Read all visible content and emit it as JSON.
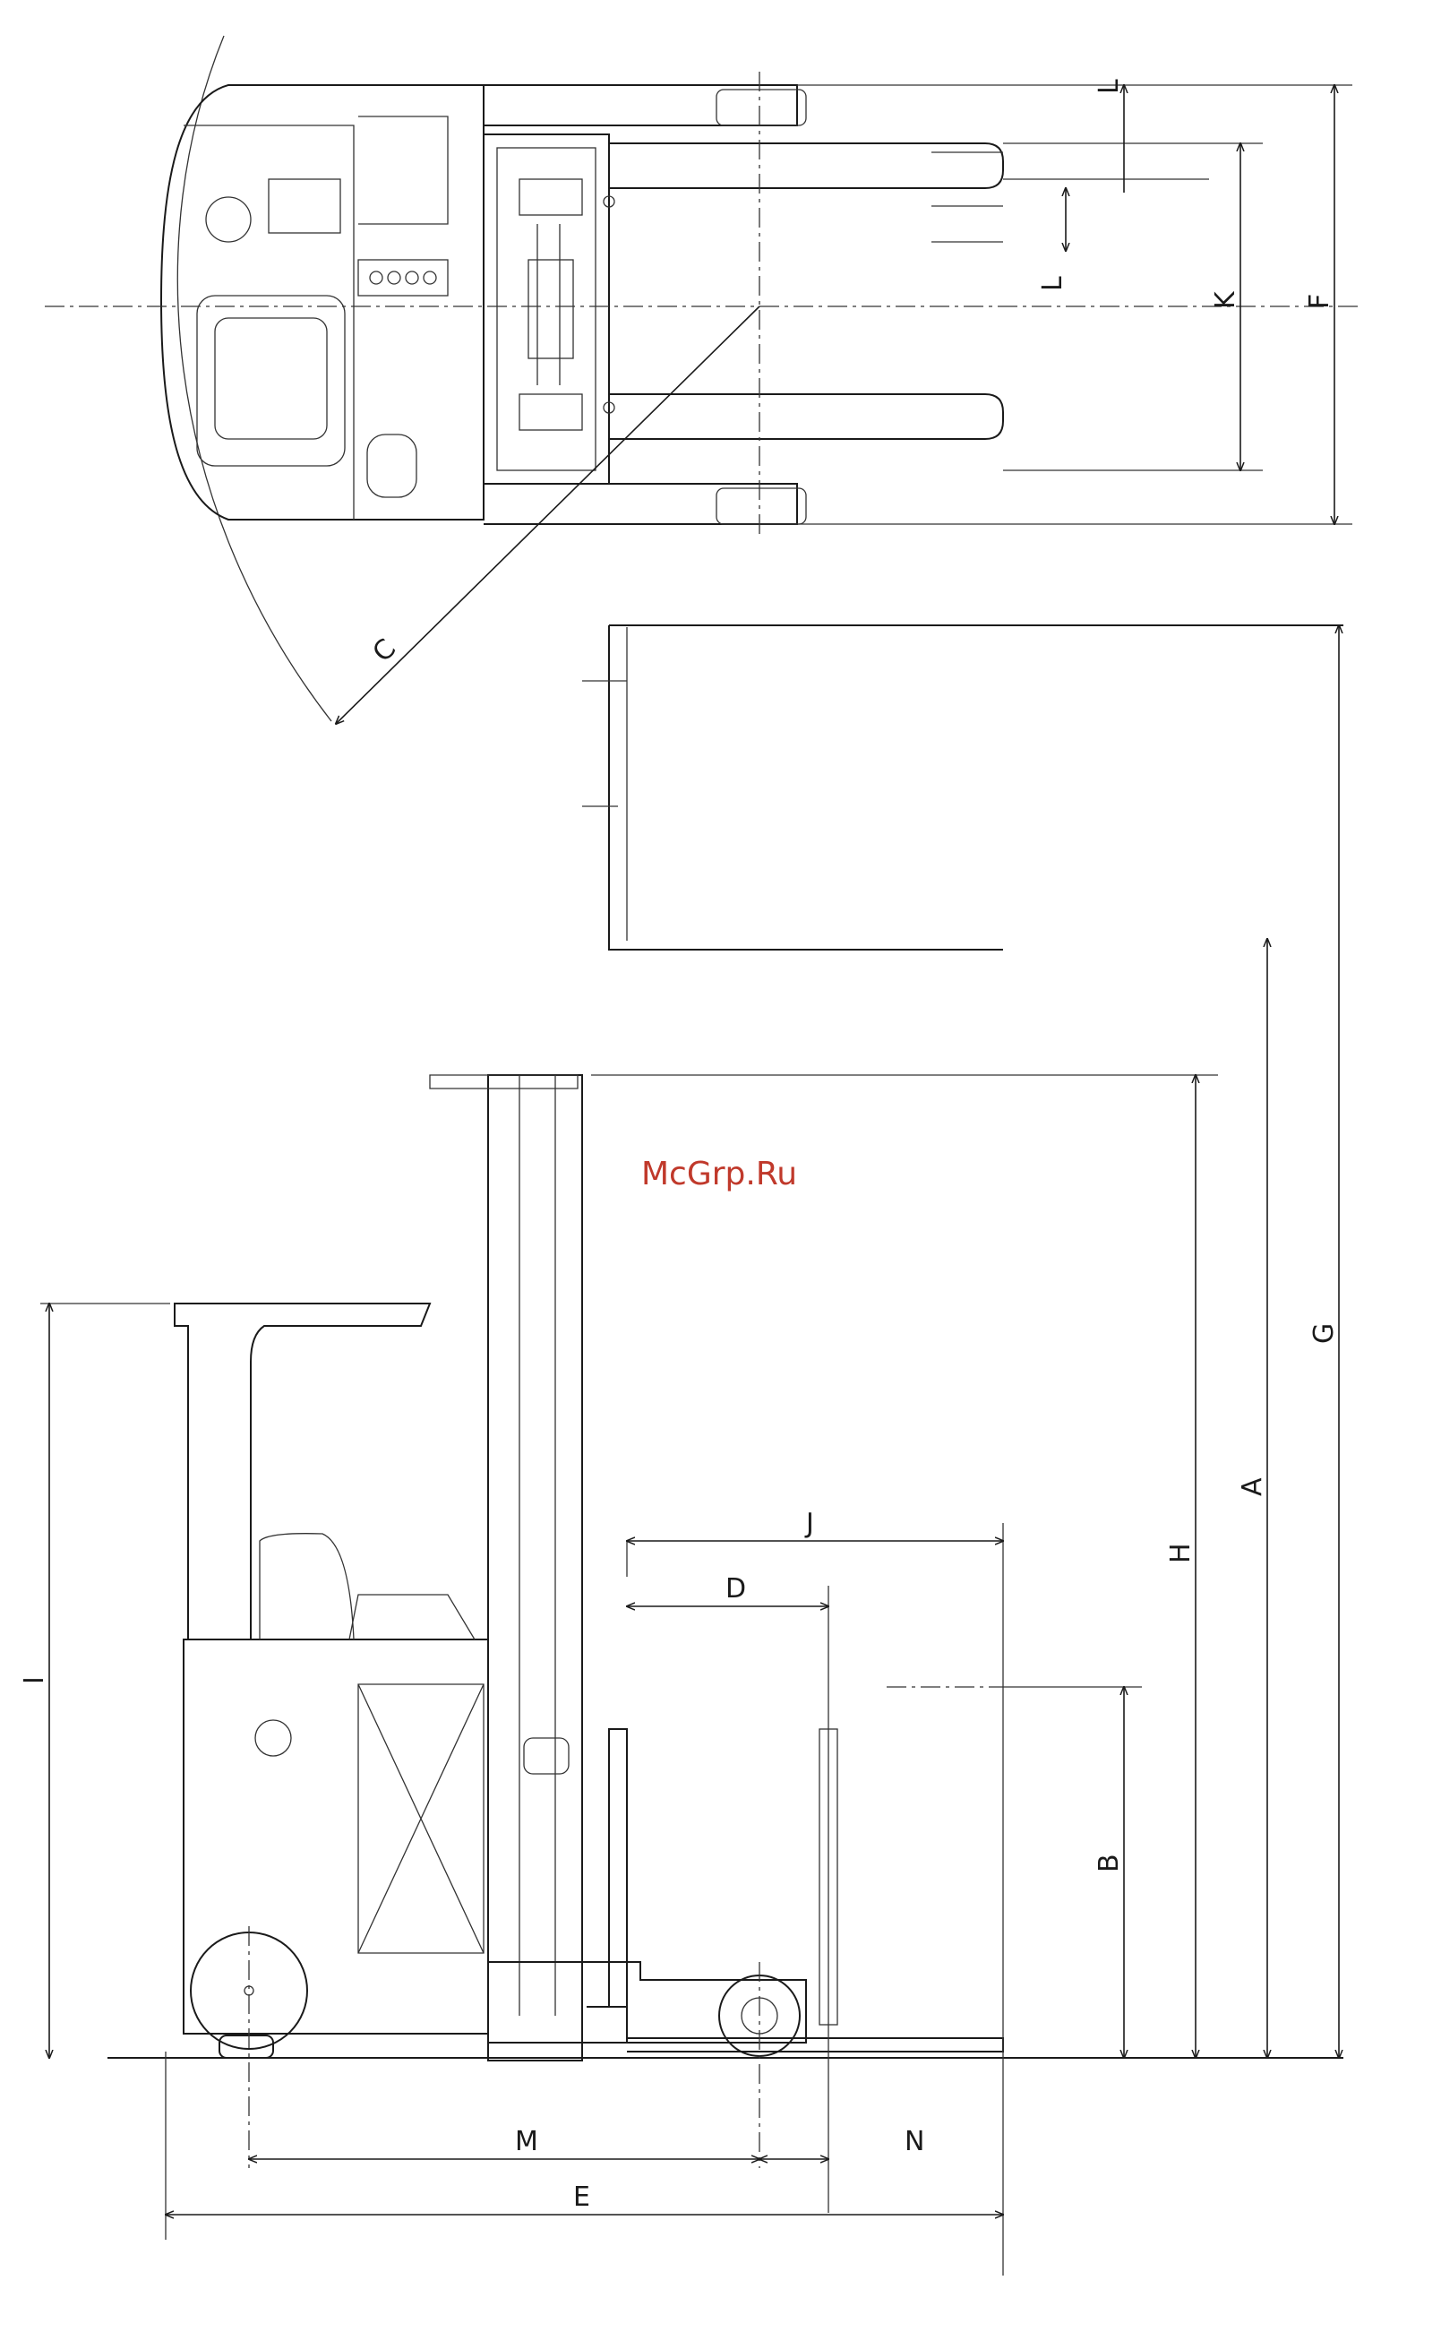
{
  "watermark": "McGrp.Ru",
  "dimension_labels": {
    "A": "A",
    "B": "B",
    "C": "C",
    "D": "D",
    "E": "E",
    "F": "F",
    "G": "G",
    "H": "H",
    "I": "I",
    "J": "J",
    "K": "K",
    "L": "L",
    "M": "M",
    "N": "N"
  },
  "colors": {
    "line": "#1a1a1a",
    "watermark": "#c0392b",
    "background": "#ffffff"
  }
}
